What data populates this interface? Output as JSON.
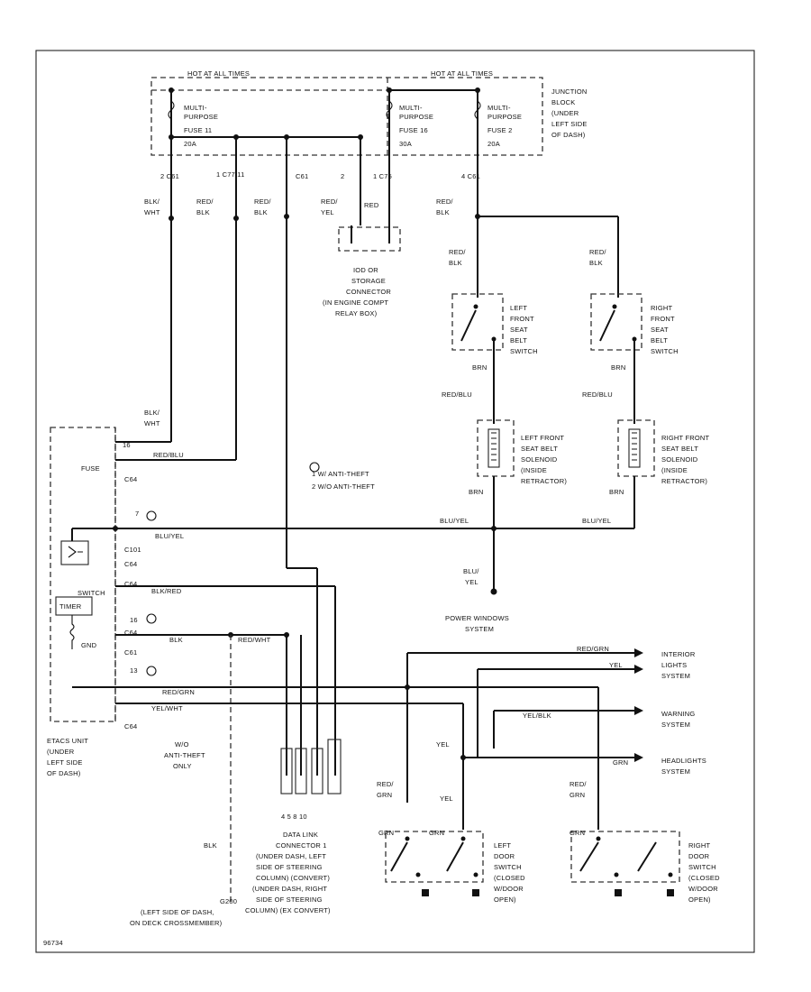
{
  "junction_block": {
    "hot_run_start": "HOT AT ALL TIMES",
    "hot_all_times": "HOT AT ALL TIMES",
    "fuse_left": [
      "MULTI-",
      "PURPOSE",
      "FUSE 11",
      "20A"
    ],
    "fuse_mid": [
      "MULTI-",
      "PURPOSE",
      "FUSE 16",
      "30A"
    ],
    "fuse_right": [
      "MULTI-",
      "PURPOSE",
      "FUSE 2",
      "20A"
    ],
    "label": [
      "JUNCTION",
      "BLOCK",
      "(UNDER",
      "LEFT SIDE",
      "OF DASH)"
    ]
  },
  "connectors": {
    "c1": "2   C61",
    "c2": "1   C77  11",
    "c3": "C61",
    "c4": "2",
    "c5": "1   C75",
    "c6": "4   C61"
  },
  "wires": {
    "blk_wht": [
      "BLK/",
      "WHT"
    ],
    "red_blk_a": [
      "RED/",
      "BLK"
    ],
    "red_blk_b": [
      "RED/",
      "BLK"
    ],
    "red_yel": [
      "RED/",
      "YEL"
    ],
    "red": "RED",
    "red_blk_c": [
      "RED/",
      "BLK"
    ],
    "red_blk_d": [
      "RED/",
      "BLK"
    ],
    "red_blk_e": [
      "RED/",
      "BLK"
    ],
    "blk_wht_2": [
      "BLK/",
      "WHT"
    ],
    "red_blu": "RED/BLU",
    "blu_yel_l": "BLU/YEL",
    "blu_yel_r": "BLU/YEL",
    "blu_yel_bot": [
      "BLU/",
      "YEL"
    ],
    "brn_l": "BRN",
    "brn_r": "BRN",
    "red_blu_l": "RED/BLU",
    "red_blu_r": "RED/BLU",
    "brn_l2": "BRN",
    "brn_r2": "BRN",
    "blu_yel_etacs": "BLU/YEL",
    "blk_red": "BLK/RED",
    "blk": "BLK",
    "red_wht": "RED/WHT",
    "yel_wht": "YEL/WHT",
    "red_grn": "RED/GRN",
    "yel": "YEL",
    "yel_mid": "YEL",
    "yel_blk": "YEL/BLK",
    "grn_r": "GRN",
    "blk_ground": "BLK",
    "red_grn_l": [
      "RED/",
      "GRN"
    ],
    "red_grn_r": [
      "RED/",
      "GRN"
    ],
    "yel_l": "YEL",
    "grn_l": "GRN",
    "grn_l2": "GRN",
    "grn_r2": "GRN"
  },
  "components": {
    "storage_connector": [
      "IOD OR",
      "STORAGE",
      "CONNECTOR",
      "(IN ENGINE COMPT",
      "RELAY BOX)"
    ],
    "left_seat_switch": [
      "LEFT",
      "FRONT",
      "SEAT",
      "BELT",
      "SWITCH"
    ],
    "right_seat_switch": [
      "RIGHT",
      "FRONT",
      "SEAT",
      "BELT",
      "SWITCH"
    ],
    "left_solenoid": [
      "LEFT FRONT",
      "SEAT BELT",
      "SOLENOID",
      "(INSIDE",
      "RETRACTOR)"
    ],
    "right_solenoid": [
      "RIGHT FRONT",
      "SEAT BELT",
      "SOLENOID",
      "(INSIDE",
      "RETRACTOR)"
    ],
    "power_windows": [
      "POWER WINDOWS",
      "SYSTEM"
    ],
    "interior_lights": [
      "INTERIOR",
      "LIGHTS",
      "SYSTEM"
    ],
    "warning": [
      "WARNING",
      "SYSTEM"
    ],
    "headlights": [
      "HEADLIGHTS",
      "SYSTEM"
    ],
    "etacs": [
      "ETACS UNIT",
      "(UNDER",
      "LEFT SIDE",
      "OF DASH)"
    ],
    "anti_theft_only": [
      "W/O",
      "ANTI-THEFT",
      "ONLY"
    ],
    "data_link": [
      "DATA LINK",
      "CONNECTOR 1",
      "(UNDER DASH, LEFT",
      "SIDE OF STEERING",
      "COLUMN) (CONVERT)",
      "(UNDER DASH, RIGHT",
      "SIDE OF STEERING",
      "COLUMN) (EX CONVERT)"
    ],
    "ground": [
      "G200",
      "(LEFT SIDE OF DASH,",
      "ON DECK CROSSMEMBER)"
    ],
    "left_door_switch": [
      "LEFT",
      "DOOR",
      "SWITCH",
      "(CLOSED",
      "W/DOOR",
      "OPEN)"
    ],
    "right_door_switch": [
      "RIGHT",
      "DOOR",
      "SWITCH",
      "(CLOSED",
      "W/DOOR",
      "OPEN)"
    ]
  },
  "etacs_pins": {
    "p1": "16",
    "p2": "C64",
    "p3": "C61",
    "p4": "C101",
    "p5": "C64",
    "p6": "C64",
    "p7": "7",
    "p8": "16",
    "p9": "C64",
    "p10": "13",
    "p11": "C64",
    "fuse_lbl": "FUSE",
    "switch_lbl": "SWITCH",
    "timer_lbl": "TIMER",
    "gnd_lbl": "GND"
  },
  "legend": {
    "item1": "1  W/ ANTI-THEFT",
    "item2": "2  W/O ANTI-THEFT"
  },
  "datalink_pins": "4   5   8   10",
  "footer_code": "96734"
}
